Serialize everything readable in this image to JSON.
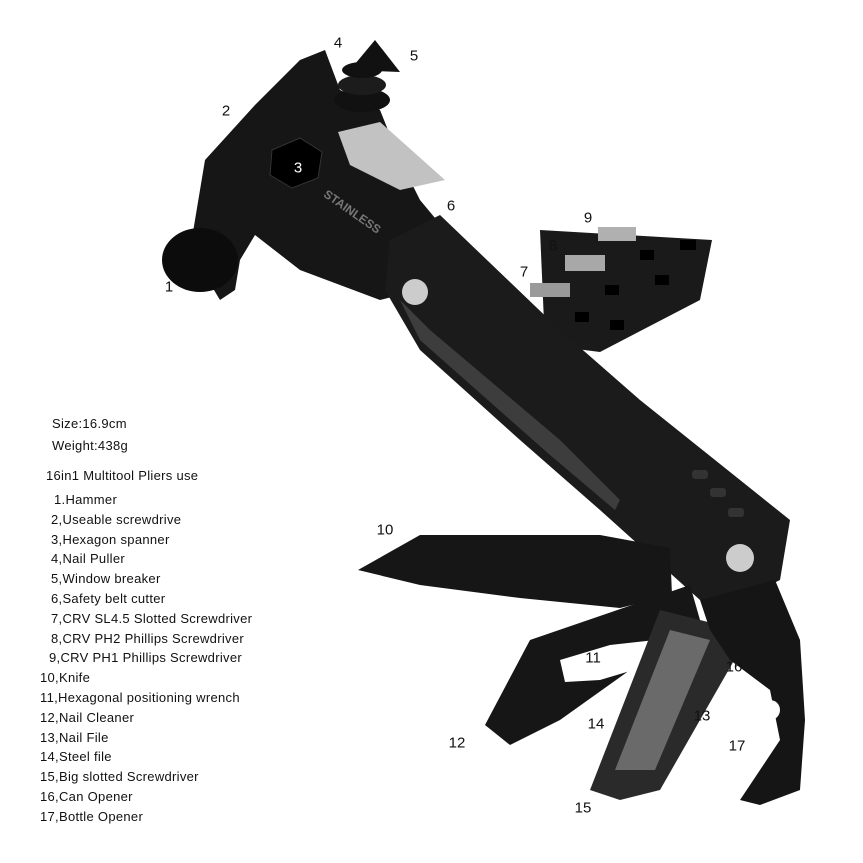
{
  "product": {
    "engraving": "STAINLESS",
    "size": "Size:16.9cm",
    "weight": "Weight:438g",
    "heading": "16in1 Multitool Pliers use",
    "features": [
      "1.Hammer",
      "2,Useable screwdrive",
      "3,Hexagon spanner",
      "4,Nail Puller",
      "5,Window breaker",
      "6,Safety belt cutter",
      "7,CRV SL4.5 Slotted Screwdriver",
      "8,CRV PH2 Phillips Screwdriver",
      "9,CRV PH1 Phillips Screwdriver",
      "10,Knife",
      "11,Hexagonal positioning wrench",
      "12,Nail Cleaner",
      "13,Nail File",
      "14,Steel file",
      "15,Big slotted Screwdriver",
      "16,Can Opener",
      "17,Bottle Opener"
    ]
  },
  "callouts": [
    "1",
    "2",
    "3",
    "4",
    "5",
    "6",
    "7",
    "8",
    "9",
    "10",
    "11",
    "12",
    "13",
    "14",
    "15",
    "16",
    "17"
  ],
  "colors": {
    "tool": "#141414",
    "steel": "#b8b8b8",
    "text": "#111111"
  }
}
